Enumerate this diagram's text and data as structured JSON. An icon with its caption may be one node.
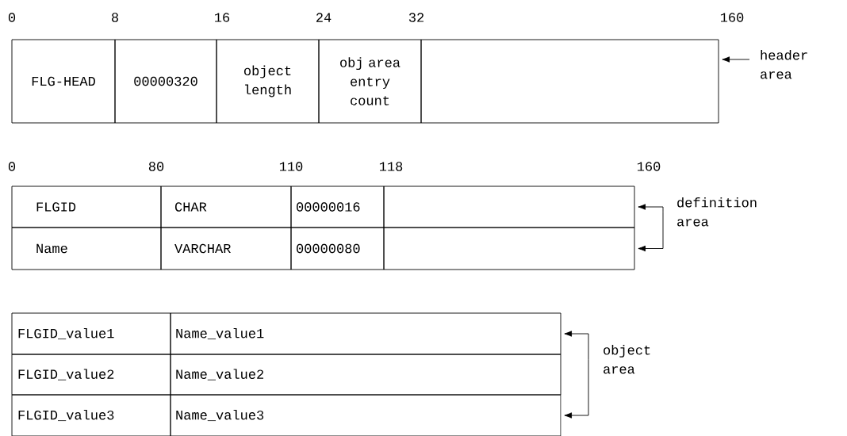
{
  "diagram": {
    "nodes": [
      {
        "text": [
          "FLG-HEAD"
        ]
      },
      {
        "text": [
          "00000320"
        ]
      },
      {
        "text": [
          "object length"
        ]
      },
      {
        "text": [
          "obj area entry count"
        ]
      },
      {
        "text": [],
        "shape": "box"
      },
      {
        "text": [
          "header area"
        ]
      },
      {
        "text": [
          "FLGID"
        ]
      },
      {
        "text": [
          "CHAR"
        ]
      },
      {
        "text": [
          "00000016"
        ]
      },
      {
        "text": [],
        "shape": "box"
      },
      {
        "text": [
          "Name"
        ]
      },
      {
        "text": [
          "VARCHAR"
        ]
      },
      {
        "text": [
          "00000080"
        ]
      },
      {
        "text": [],
        "shape": "box"
      },
      {
        "text": [
          "definition area"
        ]
      },
      {
        "text": [
          "FLGID_value1"
        ]
      },
      {
        "text": [
          "Name_value1"
        ]
      },
      {
        "text": [
          "FLGID_value2"
        ]
      },
      {
        "text": [
          "Name_value2"
        ]
      },
      {
        "text": [
          "FLGID_value3"
        ]
      },
      {
        "text": [
          "Name_value3"
        ]
      },
      {
        "text": [
          "object area"
        ]
      }
    ],
    "edges": [
      {
        "from": 5,
        "to": 4,
        "arrow": "to"
      },
      {
        "from": 14,
        "to": 9,
        "arrow": "to"
      },
      {
        "from": 14,
        "to": 13,
        "arrow": "to"
      },
      {
        "from": 21,
        "to": 16,
        "arrow": "to"
      },
      {
        "from": 21,
        "to": 20,
        "arrow": "to"
      }
    ],
    "labels": [
      "0",
      "8",
      "16",
      "24",
      "32",
      "160",
      "0",
      "80",
      "110",
      "118",
      "160"
    ]
  }
}
